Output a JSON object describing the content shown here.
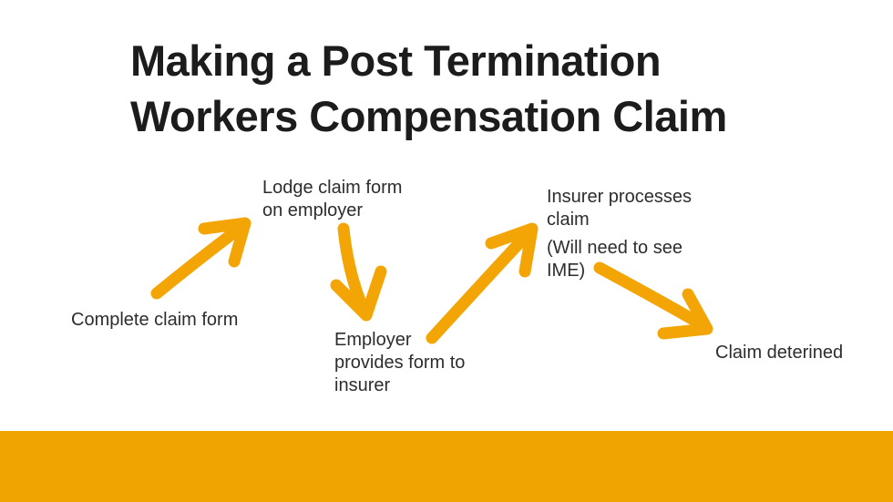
{
  "title": "Making a Post Termination\nWorkers Compensation Claim",
  "flow": {
    "steps": [
      {
        "label": "Complete claim form"
      },
      {
        "label": "Lodge claim form\non employer"
      },
      {
        "label": "Employer\nprovides form to\ninsurer"
      },
      {
        "label": "Insurer processes\nclaim",
        "note": "(Will need to see\nIME)"
      },
      {
        "label": "Claim deterined"
      }
    ],
    "arrows": [
      {
        "name": "complete-to-lodge",
        "direction": "up-right"
      },
      {
        "name": "lodge-to-employer",
        "direction": "down"
      },
      {
        "name": "employer-to-insurer",
        "direction": "up-right"
      },
      {
        "name": "insurer-to-determined",
        "direction": "down-right"
      }
    ]
  },
  "colors": {
    "arrow": "#f4a506",
    "footer_bar": "#f0a400",
    "title_text": "#1c1c1c",
    "body_text": "#2d2d2d"
  }
}
